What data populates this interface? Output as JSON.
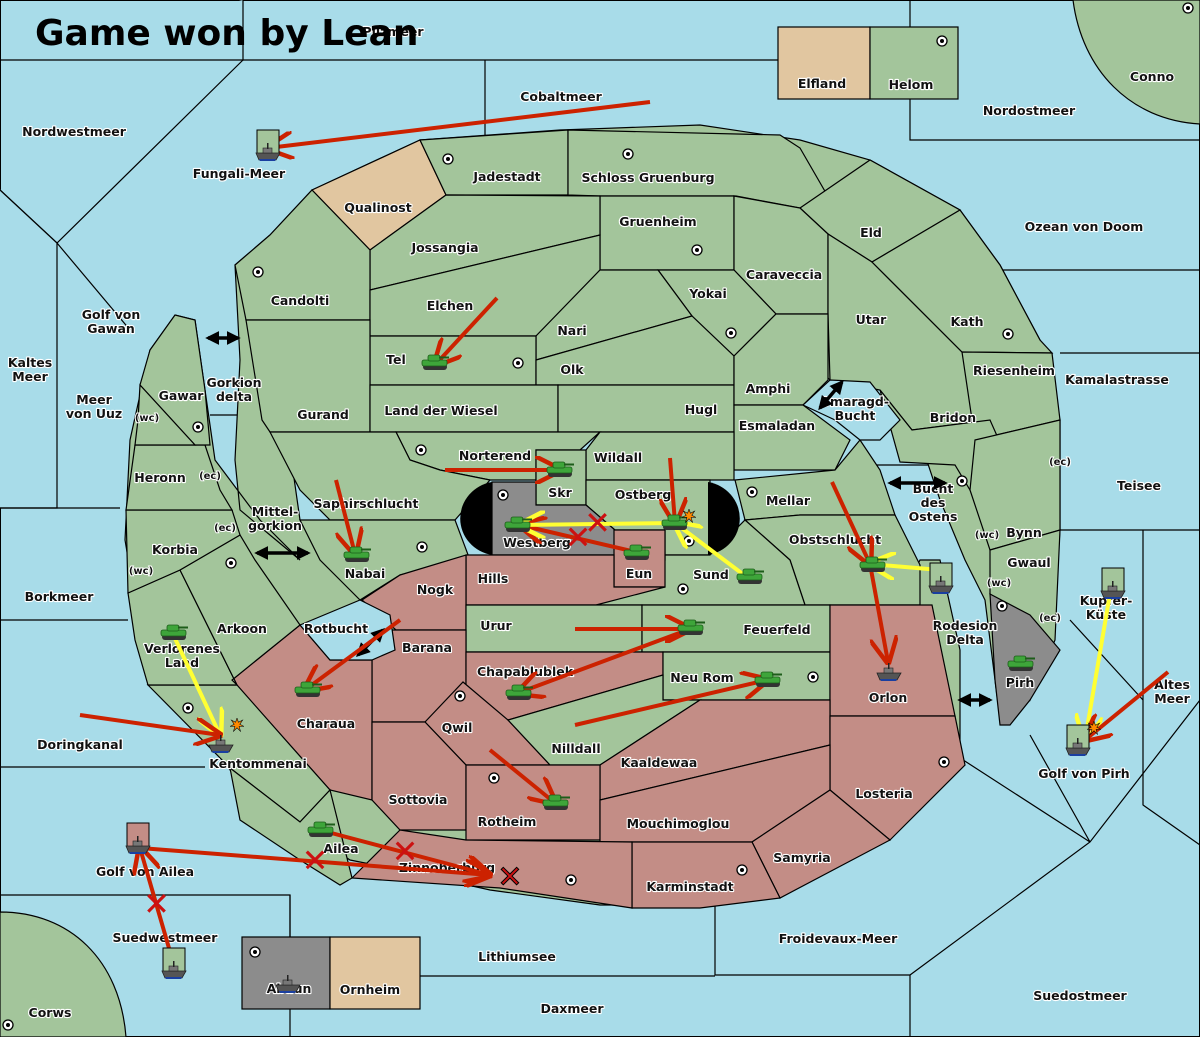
{
  "title": "Game won by Lean",
  "colors": {
    "sea": "#a8dce9",
    "green": "#a3c59b",
    "tan": "#e1c6a0",
    "red": "#c38d86",
    "gray": "#8c8c8c",
    "order_red": "#cc2200",
    "order_yellow": "#ffff33",
    "tank_green": "#3ea53a"
  },
  "territories": [
    {
      "name": "Pilzmeer (partially hidden)",
      "type": "sea"
    },
    {
      "name": "Nordwestmeer",
      "type": "sea"
    },
    {
      "name": "Cobaltmeer",
      "type": "sea"
    },
    {
      "name": "Fungali-Meer",
      "type": "sea"
    },
    {
      "name": "Elfland",
      "type": "land",
      "owner": "tan"
    },
    {
      "name": "Helom",
      "type": "land",
      "owner": "green",
      "supply_center": true
    },
    {
      "name": "Nordostmeer",
      "type": "sea"
    },
    {
      "name": "Conno",
      "type": "land",
      "owner": "green",
      "supply_center": true
    },
    {
      "name": "Qualinost",
      "type": "land",
      "owner": "tan"
    },
    {
      "name": "Jadestadt",
      "type": "land",
      "owner": "green",
      "supply_center": true
    },
    {
      "name": "Schloss Gruenburg",
      "type": "land",
      "owner": "green",
      "supply_center": true
    },
    {
      "name": "Gruenheim",
      "type": "land",
      "owner": "green",
      "supply_center": true
    },
    {
      "name": "Jossangia",
      "type": "land",
      "owner": "green"
    },
    {
      "name": "Eld",
      "type": "land",
      "owner": "green"
    },
    {
      "name": "Ozean von Doom",
      "type": "sea"
    },
    {
      "name": "Candolti",
      "type": "land",
      "owner": "green",
      "supply_center": true
    },
    {
      "name": "Caraveccia",
      "type": "land",
      "owner": "green"
    },
    {
      "name": "Elchen",
      "type": "land",
      "owner": "green"
    },
    {
      "name": "Yokai",
      "type": "land",
      "owner": "green",
      "supply_center": true
    },
    {
      "name": "Utar",
      "type": "land",
      "owner": "green"
    },
    {
      "name": "Kath",
      "type": "land",
      "owner": "green",
      "supply_center": true
    },
    {
      "name": "Golf von Gawan",
      "type": "sea"
    },
    {
      "name": "Nari",
      "type": "land",
      "owner": "green"
    },
    {
      "name": "Tel",
      "type": "land",
      "owner": "green",
      "supply_center": true
    },
    {
      "name": "Olk",
      "type": "land",
      "owner": "green"
    },
    {
      "name": "Riesenheim",
      "type": "land",
      "owner": "green"
    },
    {
      "name": "Kamalastrasse",
      "type": "sea"
    },
    {
      "name": "Kaltes Meer",
      "type": "sea"
    },
    {
      "name": "Gawar",
      "type": "land",
      "owner": "green",
      "supply_center": true,
      "coasts": [
        "wc"
      ]
    },
    {
      "name": "Gorkion delta",
      "type": "sea"
    },
    {
      "name": "Meer von Uuz",
      "type": "sea"
    },
    {
      "name": "Amphi",
      "type": "land",
      "owner": "green"
    },
    {
      "name": "Smaragd-Bucht",
      "type": "sea"
    },
    {
      "name": "Gurand",
      "type": "land",
      "owner": "green"
    },
    {
      "name": "Land der Wiesel",
      "type": "land",
      "owner": "green"
    },
    {
      "name": "Hugl",
      "type": "land",
      "owner": "green"
    },
    {
      "name": "Bridon",
      "type": "land",
      "owner": "green"
    },
    {
      "name": "Esmaladan",
      "type": "land",
      "owner": "green"
    },
    {
      "name": "Norterend",
      "type": "land",
      "owner": "green",
      "supply_center": true
    },
    {
      "name": "Wildall",
      "type": "land",
      "owner": "green"
    },
    {
      "name": "Heronn",
      "type": "land",
      "owner": "green",
      "coasts": [
        "ec"
      ]
    },
    {
      "name": "Skr",
      "type": "land",
      "owner": "green"
    },
    {
      "name": "Ostberg",
      "type": "land",
      "owner": "green",
      "supply_center": true
    },
    {
      "name": "Mellar",
      "type": "land",
      "owner": "green",
      "supply_center": true
    },
    {
      "name": "Teisee",
      "type": "sea"
    },
    {
      "name": "Saphirschlucht",
      "type": "land",
      "owner": "green"
    },
    {
      "name": "Bucht des Ostens",
      "type": "sea"
    },
    {
      "name": "Westberg",
      "type": "land",
      "owner": "gray",
      "supply_center": true
    },
    {
      "name": "Obstschlucht",
      "type": "land",
      "owner": "green"
    },
    {
      "name": "Bynn",
      "type": "land",
      "owner": "green",
      "supply_center": true,
      "coasts": [
        "wc",
        "ec"
      ]
    },
    {
      "name": "Mittel-gorkion",
      "type": "sea"
    },
    {
      "name": "Korbia",
      "type": "land",
      "owner": "green",
      "supply_center": true,
      "coasts": [
        "wc",
        "ec"
      ]
    },
    {
      "name": "Nabai",
      "type": "land",
      "owner": "green",
      "supply_center": true
    },
    {
      "name": "Eun",
      "type": "land",
      "owner": "red"
    },
    {
      "name": "Sund",
      "type": "land",
      "owner": "green",
      "supply_center": true
    },
    {
      "name": "Hills",
      "type": "land",
      "owner": "red"
    },
    {
      "name": "Gwaul",
      "type": "land",
      "owner": "green",
      "coasts": [
        "wc",
        "ec"
      ]
    },
    {
      "name": "Nogk",
      "type": "land",
      "owner": "red"
    },
    {
      "name": "Borkmeer",
      "type": "sea"
    },
    {
      "name": "Kupfer-Küste",
      "type": "sea"
    },
    {
      "name": "Urur",
      "type": "land",
      "owner": "green"
    },
    {
      "name": "Feuerfeld",
      "type": "land",
      "owner": "green"
    },
    {
      "name": "Arkoon",
      "type": "land",
      "owner": "green"
    },
    {
      "name": "Rotbucht",
      "type": "sea"
    },
    {
      "name": "Verlorenes Land",
      "type": "land",
      "owner": "green"
    },
    {
      "name": "Barana",
      "type": "land",
      "owner": "red"
    },
    {
      "name": "Rodesion Delta",
      "type": "sea"
    },
    {
      "name": "Chapablublek",
      "type": "land",
      "owner": "red"
    },
    {
      "name": "Pirh",
      "type": "land",
      "owner": "gray",
      "supply_center": true
    },
    {
      "name": "Neu Rom",
      "type": "land",
      "owner": "green",
      "supply_center": true
    },
    {
      "name": "Orlon",
      "type": "land",
      "owner": "red"
    },
    {
      "name": "Altes Meer",
      "type": "sea"
    },
    {
      "name": "Charaua",
      "type": "land",
      "owner": "red"
    },
    {
      "name": "Qwil",
      "type": "land",
      "owner": "red",
      "supply_center": true
    },
    {
      "name": "Doringkanal",
      "type": "sea"
    },
    {
      "name": "Nilldall",
      "type": "land",
      "owner": "green"
    },
    {
      "name": "Kentommenai",
      "type": "land",
      "owner": "green",
      "supply_center": true
    },
    {
      "name": "Kaaldewaa",
      "type": "land",
      "owner": "red"
    },
    {
      "name": "Golf von Pirh",
      "type": "sea"
    },
    {
      "name": "Losteria",
      "type": "land",
      "owner": "red",
      "supply_center": true
    },
    {
      "name": "Sottovia",
      "type": "land",
      "owner": "red"
    },
    {
      "name": "Rotheim",
      "type": "land",
      "owner": "red",
      "supply_center": true
    },
    {
      "name": "Mouchimoglou",
      "type": "land",
      "owner": "red"
    },
    {
      "name": "Ailea",
      "type": "land",
      "owner": "green"
    },
    {
      "name": "Samyria",
      "type": "land",
      "owner": "red"
    },
    {
      "name": "Golf von Ailea",
      "type": "sea"
    },
    {
      "name": "Zinnoberburg",
      "type": "land",
      "owner": "red",
      "supply_center": true
    },
    {
      "name": "Karminstadt",
      "type": "land",
      "owner": "red",
      "supply_center": true
    },
    {
      "name": "Suedwestmeer",
      "type": "sea"
    },
    {
      "name": "Froidevaux-Meer",
      "type": "sea"
    },
    {
      "name": "Lithiumsee",
      "type": "sea"
    },
    {
      "name": "Abaun",
      "type": "land",
      "owner": "gray",
      "supply_center": true
    },
    {
      "name": "Ornheim",
      "type": "land",
      "owner": "tan"
    },
    {
      "name": "Suedostmeer",
      "type": "sea"
    },
    {
      "name": "Daxmeer",
      "type": "sea"
    },
    {
      "name": "Corws",
      "type": "land",
      "owner": "green",
      "supply_center": true
    }
  ],
  "units": [
    {
      "type": "fleet",
      "location": "Fungali-Meer",
      "owner": "green"
    },
    {
      "type": "army",
      "location": "Tel",
      "owner": "green"
    },
    {
      "type": "army",
      "location": "Skr",
      "owner": "green"
    },
    {
      "type": "army",
      "location": "Westberg",
      "owner": "green"
    },
    {
      "type": "army",
      "location": "Ostberg",
      "owner": "green",
      "dislodged_marker": true
    },
    {
      "type": "army",
      "location": "Eun",
      "owner": "green"
    },
    {
      "type": "army",
      "location": "Sund",
      "owner": "green"
    },
    {
      "type": "army",
      "location": "Nabai",
      "owner": "green"
    },
    {
      "type": "army",
      "location": "Obstschlucht",
      "owner": "green"
    },
    {
      "type": "fleet",
      "location": "Bucht des Ostens",
      "owner": "green"
    },
    {
      "type": "fleet",
      "location": "Kupfer-Küste",
      "owner": "green"
    },
    {
      "type": "army",
      "location": "Feuerfeld",
      "owner": "green"
    },
    {
      "type": "army",
      "location": "Chapablublek",
      "owner": "green"
    },
    {
      "type": "army",
      "location": "Neu Rom",
      "owner": "green"
    },
    {
      "type": "fleet",
      "location": "Orlon",
      "owner": "green"
    },
    {
      "type": "army",
      "location": "Pirh",
      "owner": "green"
    },
    {
      "type": "army",
      "location": "Verlorenes Land",
      "owner": "green"
    },
    {
      "type": "army",
      "location": "Charaua",
      "owner": "green"
    },
    {
      "type": "fleet",
      "location": "Kentommenai",
      "owner": "green",
      "dislodged_marker": true
    },
    {
      "type": "fleet",
      "location": "Golf von Pirh",
      "owner": "green",
      "dislodged_marker": true
    },
    {
      "type": "army",
      "location": "Rotheim",
      "owner": "green"
    },
    {
      "type": "army",
      "location": "Ailea",
      "owner": "green"
    },
    {
      "type": "fleet",
      "location": "Golf von Ailea",
      "owner": "red"
    },
    {
      "type": "fleet",
      "location": "Suedwestmeer",
      "owner": "green"
    },
    {
      "type": "fleet",
      "location": "Abaun",
      "owner": "gray"
    }
  ],
  "orders": [
    {
      "kind": "move",
      "from": "Cobaltmeer",
      "to": "Fungali-Meer",
      "result": "success"
    },
    {
      "kind": "move",
      "from": "Elchen",
      "to": "Tel",
      "result": "success"
    },
    {
      "kind": "move",
      "from": "Norterend",
      "to": "Skr",
      "result": "success"
    },
    {
      "kind": "move",
      "from": "Eun",
      "to": "Westberg",
      "result": "failed"
    },
    {
      "kind": "support",
      "from": "Ostberg",
      "to": "Westberg",
      "result": "cut"
    },
    {
      "kind": "move",
      "from": "Wildall",
      "to": "Ostberg",
      "result": "success"
    },
    {
      "kind": "support",
      "from": "Sund",
      "to": "Ostberg",
      "result": "success"
    },
    {
      "kind": "move",
      "from": "Saphirschlucht",
      "to": "Nabai",
      "result": "success"
    },
    {
      "kind": "move",
      "from": "Mellar",
      "to": "Obstschlucht",
      "result": "success"
    },
    {
      "kind": "support",
      "from": "Bucht des Ostens",
      "to": "Obstschlucht",
      "result": "success"
    },
    {
      "kind": "move",
      "from": "Obstschlucht",
      "to": "Orlon",
      "result": "success"
    },
    {
      "kind": "move",
      "from": "Urur",
      "to": "Feuerfeld",
      "result": "success"
    },
    {
      "kind": "move",
      "from": "Feuerfeld",
      "to": "Chapablublek",
      "result": "success"
    },
    {
      "kind": "move",
      "from": "Nilldall",
      "to": "Neu Rom",
      "result": "success"
    },
    {
      "kind": "move",
      "from": "Nogk",
      "to": "Charaua",
      "result": "success"
    },
    {
      "kind": "support",
      "from": "Verlorenes Land",
      "to": "Kentommenai",
      "result": "success"
    },
    {
      "kind": "move",
      "from": "Doringkanal",
      "to": "Kentommenai",
      "result": "success"
    },
    {
      "kind": "move",
      "from": "Qwil",
      "to": "Rotheim",
      "result": "success"
    },
    {
      "kind": "move",
      "from": "Ailea",
      "to": "Zinnoberburg",
      "result": "failed"
    },
    {
      "kind": "move",
      "from": "Golf von Ailea",
      "to": "Zinnoberburg",
      "result": "failed"
    },
    {
      "kind": "move",
      "from": "Suedwestmeer",
      "to": "Golf von Ailea",
      "result": "failed"
    },
    {
      "kind": "support",
      "from": "Kupfer-Küste",
      "to": "Golf von Pirh",
      "result": "success"
    },
    {
      "kind": "move",
      "from": "Altes Meer",
      "to": "Golf von Pirh",
      "result": "success"
    }
  ],
  "destroyed_marker": {
    "location": "Zinnoberburg"
  },
  "convoy_links": [
    {
      "between": [
        "Gawar",
        "Candolti"
      ],
      "via": "Golf von Gawan"
    },
    {
      "between": [
        "Heronn",
        "Nabai"
      ],
      "via": "Mittel-gorkion"
    },
    {
      "between": [
        "Westberg",
        "Ostberg"
      ],
      "via": "tunnel"
    },
    {
      "between": [
        "Amphi",
        "Bridon"
      ],
      "via": "Smaragd-Bucht"
    },
    {
      "between": [
        "Mellar",
        "Bynn"
      ],
      "via": "Bucht des Ostens"
    },
    {
      "between": [
        "Charaua",
        "Nogk"
      ],
      "via": "Rotbucht"
    },
    {
      "between": [
        "Orlon",
        "Pirh"
      ],
      "via": "Rodesion Delta"
    }
  ]
}
